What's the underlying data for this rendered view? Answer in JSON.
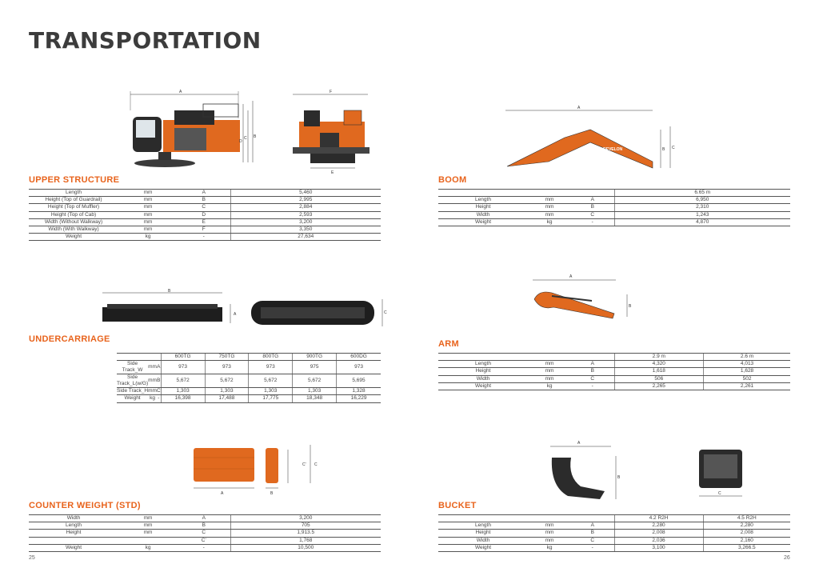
{
  "page_title": "TRANSPORTATION",
  "page_left": "25",
  "page_right": "26",
  "upper": {
    "title": "UPPER STRUCTURE",
    "rows": [
      [
        "Length",
        "mm",
        "A",
        "5,460"
      ],
      [
        "Height (Top of Guardrail)",
        "mm",
        "B",
        "2,995"
      ],
      [
        "Height (Top of Muffler)",
        "mm",
        "C",
        "2,884"
      ],
      [
        "Height (Top of Cab)",
        "mm",
        "D",
        "2,593"
      ],
      [
        "Width (Without Walkway)",
        "mm",
        "E",
        "3,200"
      ],
      [
        "Width (With Walkway)",
        "mm",
        "F",
        "3,350"
      ],
      [
        "Weight",
        "kg",
        "-",
        "27,634"
      ]
    ],
    "dims": {
      "a": "A",
      "b": "B",
      "c": "C",
      "d": "D",
      "e": "E",
      "f": "F"
    }
  },
  "under": {
    "title": "UNDERCARRIAGE",
    "header": [
      "",
      "",
      "",
      "600TG",
      "750TG",
      "800TG",
      "900TG",
      "600DG"
    ],
    "rows": [
      [
        "Side Track_W",
        "mm",
        "A",
        "973",
        "973",
        "973",
        "975",
        "973"
      ],
      [
        "Side Track_L(w/G)",
        "mm",
        "B",
        "5,672",
        "5,672",
        "5,672",
        "5,672",
        "5,695"
      ],
      [
        "Side Track_H",
        "mm",
        "C",
        "1,303",
        "1,303",
        "1,303",
        "1,303",
        "1,328"
      ],
      [
        "Weight",
        "kg",
        "-",
        "16,398",
        "17,488",
        "17,775",
        "18,348",
        "16,229"
      ]
    ],
    "dims": {
      "a": "A",
      "b": "B",
      "c": "C"
    }
  },
  "counter": {
    "title": "COUNTER WEIGHT (STD)",
    "rows": [
      [
        "Width",
        "mm",
        "A",
        "3,200"
      ],
      [
        "Length",
        "mm",
        "B",
        "705"
      ],
      [
        "Height",
        "mm",
        "C",
        "1,913.5"
      ],
      [
        "",
        "",
        "C'",
        "1,768"
      ],
      [
        "Weight",
        "kg",
        "-",
        "10,500"
      ]
    ],
    "dims": {
      "a": "A",
      "b": "B",
      "c": "C",
      "c2": "C'"
    }
  },
  "boom": {
    "title": "BOOM",
    "header": [
      "",
      "",
      "",
      "6.65 m"
    ],
    "rows": [
      [
        "Length",
        "mm",
        "A",
        "6,950"
      ],
      [
        "Height",
        "mm",
        "B",
        "2,310"
      ],
      [
        "Width",
        "mm",
        "C",
        "1,243"
      ],
      [
        "Weight",
        "kg",
        "-",
        "4,870"
      ]
    ],
    "brand": "DEVELON",
    "dims": {
      "a": "A",
      "b": "B",
      "c": "C"
    }
  },
  "arm": {
    "title": "ARM",
    "header": [
      "",
      "",
      "",
      "2.9 m",
      "2.6 m"
    ],
    "rows": [
      [
        "Length",
        "mm",
        "A",
        "4,320",
        "4,013"
      ],
      [
        "Height",
        "mm",
        "B",
        "1,618",
        "1,628"
      ],
      [
        "Width",
        "mm",
        "C",
        "506",
        "502"
      ],
      [
        "Weight",
        "kg",
        "-",
        "2,265",
        "2,261"
      ]
    ],
    "dims": {
      "a": "A",
      "b": "B"
    }
  },
  "bucket": {
    "title": "BUCKET",
    "header": [
      "",
      "",
      "",
      "4.2 R2H",
      "4.5 R2H"
    ],
    "rows": [
      [
        "Length",
        "mm",
        "A",
        "2,280",
        "2,280"
      ],
      [
        "Height",
        "mm",
        "B",
        "2,008",
        "2,008"
      ],
      [
        "Width",
        "mm",
        "C",
        "2,036",
        "2,160"
      ],
      [
        "Weight",
        "kg",
        "-",
        "3,100",
        "3,266.5"
      ]
    ],
    "dims": {
      "a": "A",
      "b": "B",
      "c": "C"
    }
  },
  "colors": {
    "accent": "#e8631c",
    "machine_orange": "#e0691f",
    "dark": "#2b2b2b"
  }
}
